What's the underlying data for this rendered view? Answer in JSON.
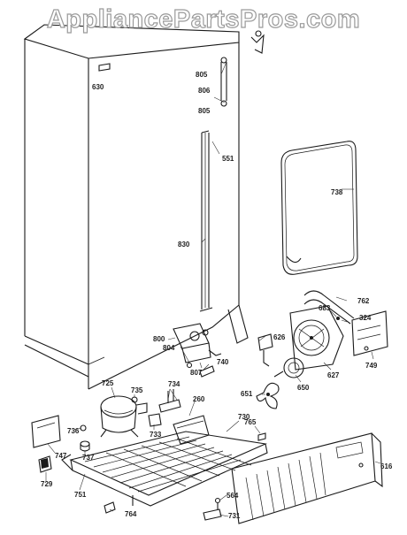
{
  "watermark": "AppliancePartsPros.com",
  "labels": [
    "630",
    "805",
    "806",
    "805",
    "551",
    "738",
    "830",
    "762",
    "683",
    "324",
    "626",
    "800",
    "749",
    "740",
    "804",
    "807",
    "627",
    "650",
    "651",
    "735",
    "725",
    "734",
    "260",
    "730",
    "765",
    "736",
    "737",
    "733",
    "747",
    "616",
    "729",
    "751",
    "564",
    "764",
    "731"
  ]
}
